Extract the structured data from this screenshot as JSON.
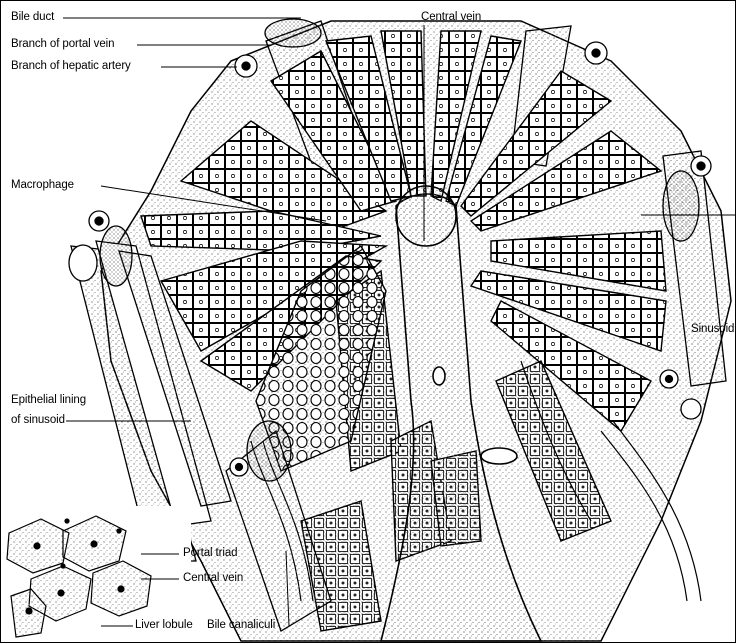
{
  "labels": {
    "bile_duct": "Bile duct",
    "branch_portal_vein": "Branch of portal vein",
    "branch_hepatic_artery": "Branch of hepatic artery",
    "central_vein_top": "Central vein",
    "macrophage": "Macrophage",
    "sinusoid": "Sinusoid",
    "epithelial_lining_1": "Epithelial lining",
    "epithelial_lining_2": "of sinusoid",
    "portal_triad": "Portal triad",
    "central_vein_inset": "Central vein",
    "liver_lobule": "Liver lobule",
    "bile_canaliculi": "Bile canaliculi"
  },
  "colors": {
    "ink": "#000000",
    "stipple": "#4a4a4a",
    "paper": "#ffffff"
  }
}
